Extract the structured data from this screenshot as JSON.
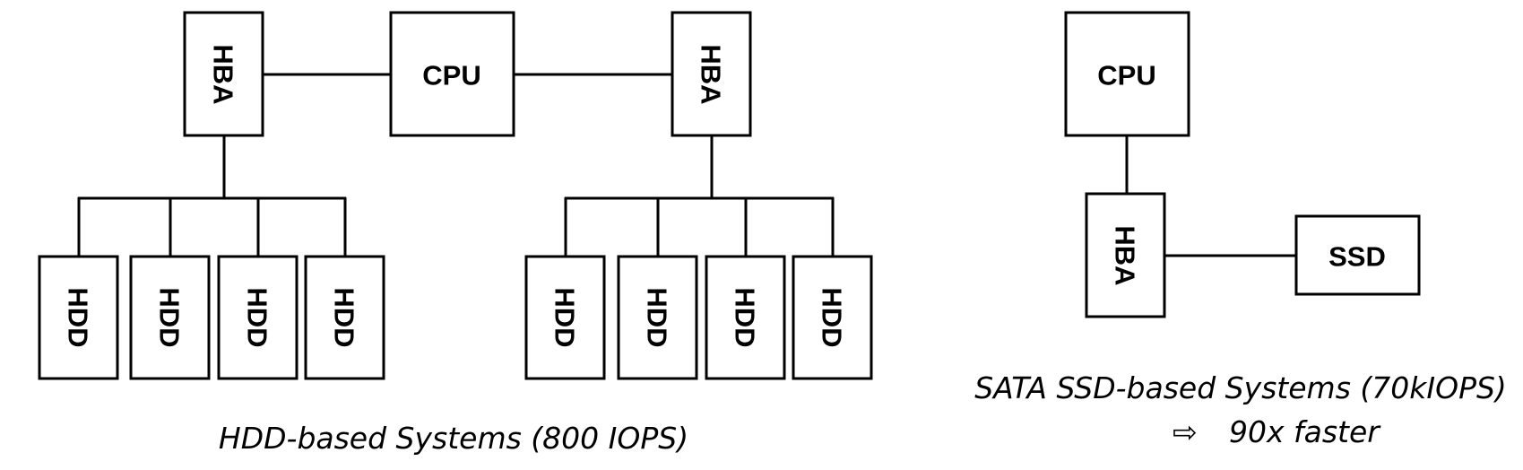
{
  "left_system": {
    "cpu_label": "CPU",
    "hba_left_label": "HBA",
    "hba_right_label": "HBA",
    "disk_labels": [
      "HDD",
      "HDD",
      "HDD",
      "HDD",
      "HDD",
      "HDD",
      "HDD",
      "HDD"
    ],
    "caption": "HDD-based Systems (800 IOPS)"
  },
  "right_system": {
    "cpu_label": "CPU",
    "hba_label": "HBA",
    "ssd_label": "SSD",
    "caption_line1": "SATA SSD-based Systems (70kIOPS)",
    "arrow_icon": "⇨",
    "caption_line2": "90x faster"
  }
}
